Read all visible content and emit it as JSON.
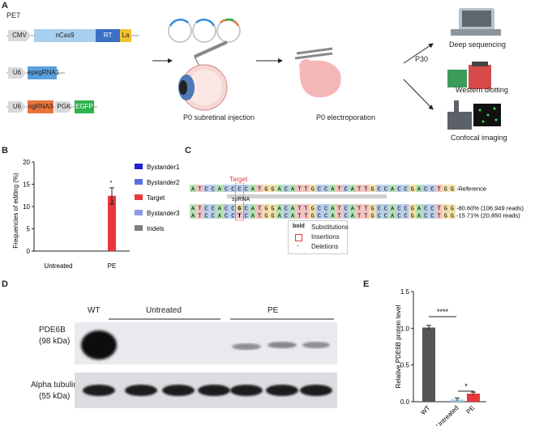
{
  "panels": {
    "a": "A",
    "b": "B",
    "c": "C",
    "d": "D",
    "e": "E"
  },
  "panel_a": {
    "pe7_label": "PE7",
    "construct1": {
      "promoter": "CMV",
      "cas": "nCas9",
      "rt": "RT",
      "la": "La"
    },
    "construct2": {
      "promoter": "U6",
      "guide": "epegRNA1"
    },
    "construct3": {
      "promoter": "U6",
      "guide": "ngRNA3",
      "pgk": "PGK",
      "egfp": "EGFP"
    },
    "step1": "P0 subretinal injection",
    "step2": "P0 electroporation",
    "timepoint": "P30",
    "out1": "Deep sequencing",
    "out2": "Western blotting",
    "out3": "Confocal imaging",
    "colors": {
      "cmv": "#d9d9d9",
      "ncas9": "#a8cfee",
      "rt": "#3a6fc4",
      "la": "#f2c12e",
      "epeg": "#5aa0de",
      "ngrna": "#e8743b",
      "egfp": "#2fb24c"
    }
  },
  "panel_b": {
    "ylabel": "Frequencies of editing (%)",
    "yticks": [
      "0",
      "5",
      "10",
      "15",
      "20"
    ],
    "categories": [
      "Untreated",
      "PE"
    ],
    "legend": [
      {
        "name": "Bystander1",
        "color": "#2020d0"
      },
      {
        "name": "Bystander2",
        "color": "#5a6de8"
      },
      {
        "name": "Target",
        "color": "#e8383c"
      },
      {
        "name": "Bystander3",
        "color": "#8c9ae8"
      },
      {
        "name": "Indels",
        "color": "#808080"
      }
    ]
  },
  "panel_c": {
    "target_label": "Target",
    "spacer_label": "spRNA",
    "reference_label": "Reference",
    "reference_seq": "ATCCACCCCATGGACATTGCCATCATTGCCACCGACCTGG",
    "edit1_seq": "ATCCACCGCATGGACATTGCCATCATTGCCACCGACCTGG",
    "edit2_seq": "ATCCACCTCATGGACATTGCCATCATTGCCACCGACCTGG",
    "edit1_stat": "80.60% (106,949 reads)",
    "edit2_stat": "15.71% (20,850 reads)",
    "legend": {
      "bold": "bold",
      "substitutions": "Substitutions",
      "insertions": "Insertions",
      "dash": "-",
      "deletions": "Deletions"
    }
  },
  "panel_d": {
    "wt": "WT",
    "untreated": "Untreated",
    "pe": "PE",
    "row1": "PDE6B",
    "row1_kda": "(98 kDa)",
    "row2": "Alpha tubulin",
    "row2_kda": "(55 kDa)"
  },
  "panel_e": {
    "ylabel": "Relative PDE6B protein level",
    "yticks": [
      "0.0",
      "0.5",
      "1.0",
      "1.5"
    ],
    "categories": [
      "WT",
      "Untreated",
      "PE"
    ],
    "sig1": "****",
    "sig2": "*"
  },
  "chart_data": [
    {
      "type": "bar",
      "categories": [
        "Untreated",
        "PE"
      ],
      "series": [
        {
          "name": "Bystander1",
          "values": [
            0,
            0
          ]
        },
        {
          "name": "Bystander2",
          "values": [
            0,
            0
          ]
        },
        {
          "name": "Target",
          "values": [
            0,
            12.4
          ]
        },
        {
          "name": "Bystander3",
          "values": [
            0,
            0
          ]
        },
        {
          "name": "Indels",
          "values": [
            0,
            0
          ]
        }
      ],
      "errors": {
        "Target": [
          0,
          1.8
        ]
      },
      "points": {
        "Target": [
          [],
          [
            15.6,
            10.5,
            11.2
          ]
        ]
      },
      "ylabel": "Frequencies of editing (%)",
      "ylim": [
        0,
        20
      ],
      "legend": "right"
    },
    {
      "type": "bar",
      "categories": [
        "WT",
        "Untreated",
        "PE"
      ],
      "values": [
        1.01,
        0.03,
        0.11
      ],
      "errors": [
        0.03,
        0.02,
        0.02
      ],
      "colors": [
        "#555555",
        "#9fd0e6",
        "#e8383c"
      ],
      "ylabel": "Relative PDE6B protein level",
      "ylim": [
        0,
        1.5
      ]
    }
  ]
}
